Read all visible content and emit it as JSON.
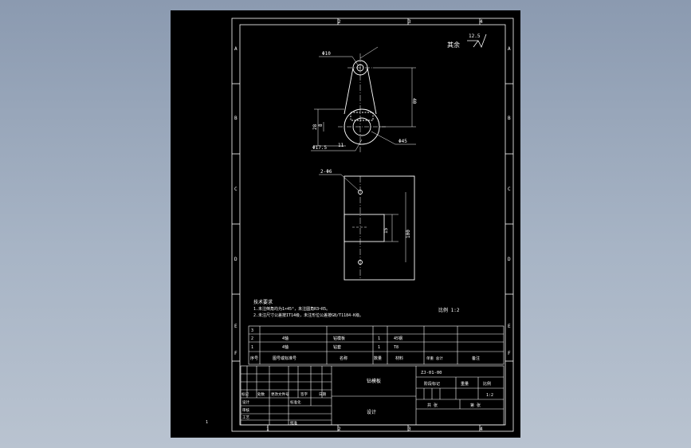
{
  "frame": {
    "zones_top": [
      "2",
      "3",
      "4"
    ],
    "zones_bottom": [
      "1",
      "2",
      "3",
      "4"
    ],
    "zones_side": [
      "A",
      "B",
      "C",
      "D",
      "E",
      "F"
    ]
  },
  "surface_finish": {
    "label": "其余",
    "value": "12.5"
  },
  "top_view": {
    "dim_top_hole": "Φ10",
    "dim_center_dist": "40",
    "dim_left": "28",
    "dim_left_small": "8",
    "dim_bottom_left": "Φ17.5",
    "dim_bottom_mid": "11",
    "dim_bottom_right": "Φ45"
  },
  "side_view": {
    "dim_hole": "2-Φ6",
    "dim_inner": "15",
    "dim_outer": "100"
  },
  "technical_requirements": {
    "title": "技术要求",
    "line1": "1.未注倒角均为1×45°，未注圆角R3~R5。",
    "line2": "2.未注尺寸公差按IT14级，未注形位公差按GB/T1184-K级。"
  },
  "scale_note": "比例 1:2",
  "parts_table": {
    "rows": [
      {
        "no": "3",
        "code": "",
        "name": "",
        "qty": "",
        "material": ""
      },
      {
        "no": "2",
        "code": "4轴",
        "name": "钻模板",
        "qty": "1",
        "material": "45钢"
      },
      {
        "no": "1",
        "code": "4轴",
        "name": "钻套",
        "qty": "1",
        "material": "T8"
      }
    ],
    "header": {
      "no": "序号",
      "code": "图号或标准号",
      "name": "名称",
      "qty": "数量",
      "material": "材料",
      "weight": "单重 总计",
      "note": "备注"
    }
  },
  "title_block": {
    "drawing_no": "ZJ-01-00",
    "part_name": "钻模板",
    "company": "设计",
    "stage_label": "阶段标记",
    "weight_label": "重量",
    "scale_label": "比例",
    "scale_value": "1:2",
    "sheets_label": "共 张",
    "sheet_label": "第 张",
    "rev_headers": [
      "标记",
      "处数",
      "更改文件号",
      "签字",
      "日期"
    ],
    "roles": [
      "设计",
      "标准化",
      "审核",
      "工艺"
    ],
    "role_fill": "批准",
    "left_label": "1"
  }
}
